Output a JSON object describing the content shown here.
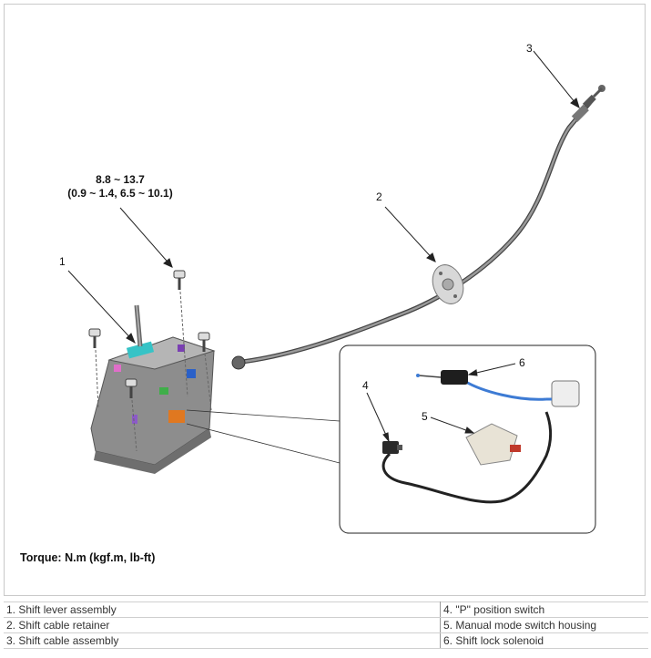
{
  "figure": {
    "torque_value": "8.8 ~ 13.7",
    "torque_value_alt": "(0.9 ~ 1.4, 6.5 ~ 10.1)",
    "torque_caption": "Torque: N.m (kgf.m, lb-ft)",
    "callouts": [
      "1",
      "2",
      "3",
      "4",
      "5",
      "6"
    ]
  },
  "legend": {
    "rows": [
      {
        "left": "1. Shift lever assembly",
        "right": "4. \"P\" position switch"
      },
      {
        "left": "2. Shift cable retainer",
        "right": "5. Manual mode switch housing"
      },
      {
        "left": "3. Shift cable assembly",
        "right": "6. Shift lock solenoid"
      }
    ]
  }
}
